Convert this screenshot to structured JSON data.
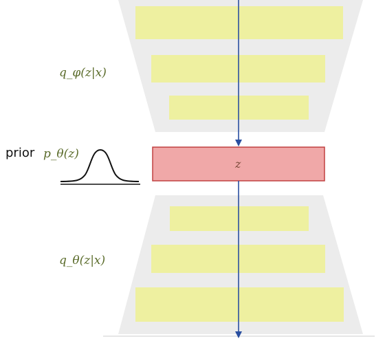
{
  "encoder": {
    "label": "q_φ(z|x)"
  },
  "latent": {
    "label": "z"
  },
  "prior": {
    "word": "prior",
    "formula": "p_θ(z)"
  },
  "decoder": {
    "label": "q_θ(z|x)"
  },
  "colors": {
    "trapezoid_fill": "#ececec",
    "layer_fill": "#eef0a0",
    "latent_fill": "#f0a8a8",
    "latent_border": "#c04040",
    "arrow": "#2a4fa0",
    "label_text": "#5a6b2a"
  }
}
